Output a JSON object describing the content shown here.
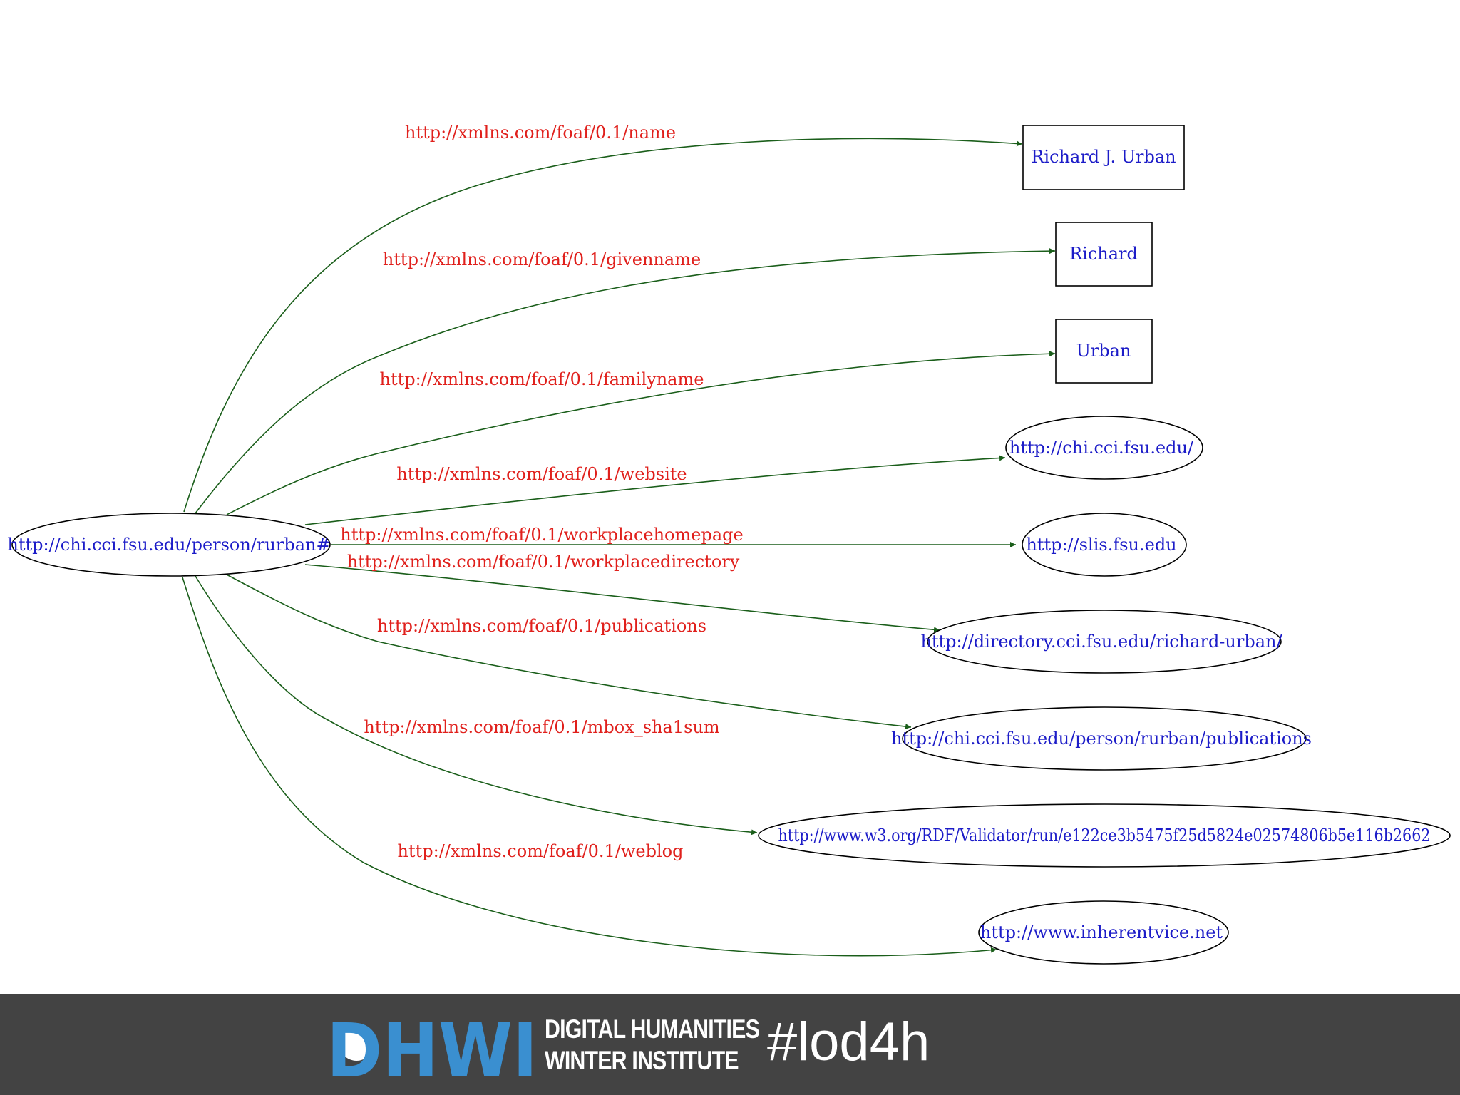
{
  "graph": {
    "subject": "http://chi.cci.fsu.edu/person/rurban#",
    "edges": [
      {
        "predicate": "http://xmlns.com/foaf/0.1/name",
        "object": "Richard J. Urban",
        "shape": "box"
      },
      {
        "predicate": "http://xmlns.com/foaf/0.1/givenname",
        "object": "Richard",
        "shape": "box"
      },
      {
        "predicate": "http://xmlns.com/foaf/0.1/familyname",
        "object": "Urban",
        "shape": "box"
      },
      {
        "predicate": "http://xmlns.com/foaf/0.1/website",
        "object": "http://chi.cci.fsu.edu/",
        "shape": "ellipse"
      },
      {
        "predicate": "http://xmlns.com/foaf/0.1/workplacehomepage",
        "object": "http://slis.fsu.edu",
        "shape": "ellipse"
      },
      {
        "predicate": "http://xmlns.com/foaf/0.1/workplacedirectory",
        "object": "http://directory.cci.fsu.edu/richard-urban/",
        "shape": "ellipse"
      },
      {
        "predicate": "http://xmlns.com/foaf/0.1/publications",
        "object": "http://chi.cci.fsu.edu/person/rurban/publications",
        "shape": "ellipse"
      },
      {
        "predicate": "http://xmlns.com/foaf/0.1/mbox_sha1sum",
        "object": "http://www.w3.org/RDF/Validator/run/e122ce3b5475f25d5824e02574806b5e116b2662",
        "shape": "ellipse"
      },
      {
        "predicate": "http://xmlns.com/foaf/0.1/weblog",
        "object": "http://www.inherentvice.net",
        "shape": "ellipse"
      }
    ],
    "colors": {
      "edge": "#1a5e1a",
      "predicate_text": "#e0201c",
      "node_text": "#1c1cc8",
      "node_border": "#000000"
    }
  },
  "footer": {
    "logo_letters": "DHWI",
    "logo_line1": "DIGITAL HUMANITIES",
    "logo_line2": "WINTER INSTITUTE",
    "hashtag": "#lod4h",
    "colors": {
      "background": "#434343",
      "logo_blue": "#3a8fd0",
      "text": "#ffffff"
    }
  }
}
